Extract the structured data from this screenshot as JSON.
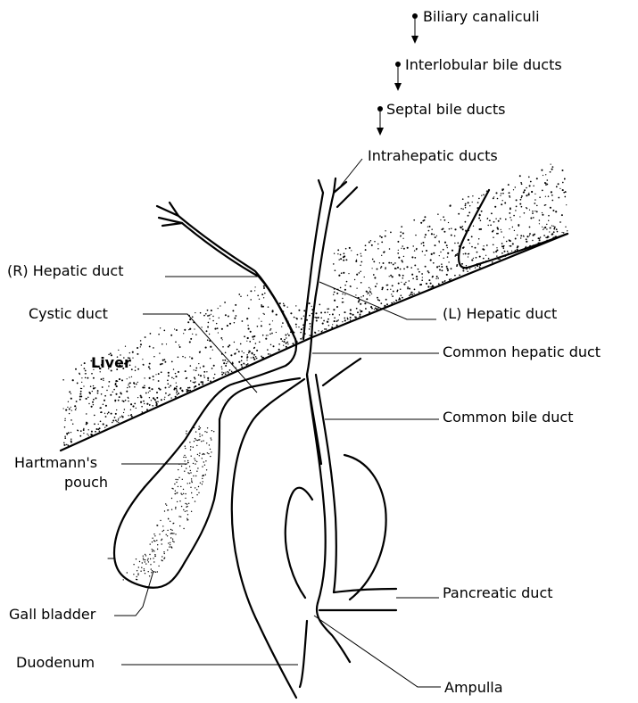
{
  "labels": {
    "biliary_canaliculi": "Biliary canaliculi",
    "interlobular_bile_ducts": "Interlobular bile ducts",
    "septal_bile_ducts": "Septal bile ducts",
    "intrahepatic_ducts": "Intrahepatic ducts",
    "r_hepatic_duct": "(R) Hepatic duct",
    "cystic_duct": "Cystic duct",
    "l_hepatic_duct": "(L) Hepatic duct",
    "liver": "Liver",
    "common_hepatic_duct": "Common hepatic duct",
    "common_bile_duct": "Common bile duct",
    "hartmanns_pouch_line1": "Hartmann's",
    "hartmanns_pouch_line2": "pouch",
    "gall_bladder": "Gall bladder",
    "pancreatic_duct": "Pancreatic duct",
    "duodenum": "Duodenum",
    "ampulla": "Ampulla"
  }
}
